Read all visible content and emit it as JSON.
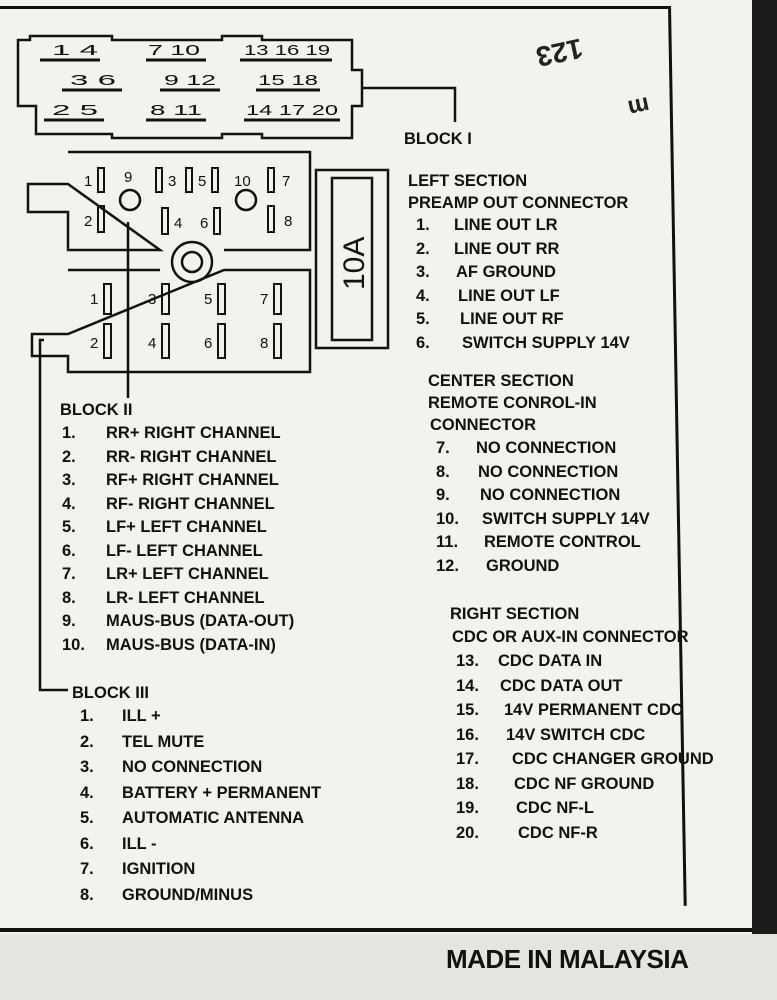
{
  "fuse_label": "10A",
  "stamp_text": "123",
  "stamp_suffix": "m",
  "made_in": "MADE IN MALAYSIA",
  "block1": {
    "title": "BLOCK I",
    "pin_pairs": [
      "1 4",
      "7 10",
      "13 16 19",
      "3 6",
      "9 12",
      "15 18",
      "2 5",
      "8 11",
      "14 17 20"
    ]
  },
  "block2": {
    "title": "BLOCK II",
    "pins": [
      "1",
      "9",
      "3",
      "5",
      "10",
      "7",
      "2",
      "4",
      "6",
      "8"
    ],
    "items": [
      {
        "num": "1.",
        "label": "RR+ RIGHT CHANNEL"
      },
      {
        "num": "2.",
        "label": "RR- RIGHT CHANNEL"
      },
      {
        "num": "3.",
        "label": "RF+ RIGHT CHANNEL"
      },
      {
        "num": "4.",
        "label": "RF- RIGHT CHANNEL"
      },
      {
        "num": "5.",
        "label": "LF+ LEFT CHANNEL"
      },
      {
        "num": "6.",
        "label": "LF- LEFT CHANNEL"
      },
      {
        "num": "7.",
        "label": "LR+ LEFT CHANNEL"
      },
      {
        "num": "8.",
        "label": "LR- LEFT CHANNEL"
      },
      {
        "num": "9.",
        "label": "MAUS-BUS (DATA-OUT)"
      },
      {
        "num": "10.",
        "label": "MAUS-BUS (DATA-IN)"
      }
    ]
  },
  "block3": {
    "title": "BLOCK III",
    "pins": [
      "1",
      "3",
      "5",
      "7",
      "2",
      "4",
      "6",
      "8"
    ],
    "items": [
      {
        "num": "1.",
        "label": "ILL +"
      },
      {
        "num": "2.",
        "label": "TEL MUTE"
      },
      {
        "num": "3.",
        "label": "NO CONNECTION"
      },
      {
        "num": "4.",
        "label": "BATTERY + PERMANENT"
      },
      {
        "num": "5.",
        "label": "AUTOMATIC ANTENNA"
      },
      {
        "num": "6.",
        "label": "ILL -"
      },
      {
        "num": "7.",
        "label": "IGNITION"
      },
      {
        "num": "8.",
        "label": "GROUND/MINUS"
      }
    ]
  },
  "left_section": {
    "title": "LEFT SECTION",
    "subtitle": "PREAMP OUT CONNECTOR",
    "items": [
      {
        "num": "1.",
        "label": "LINE OUT LR"
      },
      {
        "num": "2.",
        "label": "LINE OUT RR"
      },
      {
        "num": "3.",
        "label": "AF GROUND"
      },
      {
        "num": "4.",
        "label": "LINE OUT LF"
      },
      {
        "num": "5.",
        "label": "LINE OUT RF"
      },
      {
        "num": "6.",
        "label": "SWITCH SUPPLY 14V"
      }
    ]
  },
  "center_section": {
    "title": "CENTER SECTION",
    "subtitle_line1": "REMOTE CONROL-IN",
    "subtitle_line2": "CONNECTOR",
    "items": [
      {
        "num": "7.",
        "label": "NO CONNECTION"
      },
      {
        "num": "8.",
        "label": "NO CONNECTION"
      },
      {
        "num": "9.",
        "label": "NO CONNECTION"
      },
      {
        "num": "10.",
        "label": "SWITCH SUPPLY 14V"
      },
      {
        "num": "11.",
        "label": "REMOTE CONTROL"
      },
      {
        "num": "12.",
        "label": "GROUND"
      }
    ]
  },
  "right_section": {
    "title": "RIGHT SECTION",
    "subtitle": "CDC OR AUX-IN CONNECTOR",
    "items": [
      {
        "num": "13.",
        "label": "CDC DATA IN"
      },
      {
        "num": "14.",
        "label": "CDC DATA OUT"
      },
      {
        "num": "15.",
        "label": "14V PERMANENT CDC"
      },
      {
        "num": "16.",
        "label": "14V SWITCH CDC"
      },
      {
        "num": "17.",
        "label": "CDC CHANGER GROUND"
      },
      {
        "num": "18.",
        "label": "CDC NF GROUND"
      },
      {
        "num": "19.",
        "label": "CDC NF-L"
      },
      {
        "num": "20.",
        "label": "CDC NF-R"
      }
    ]
  }
}
